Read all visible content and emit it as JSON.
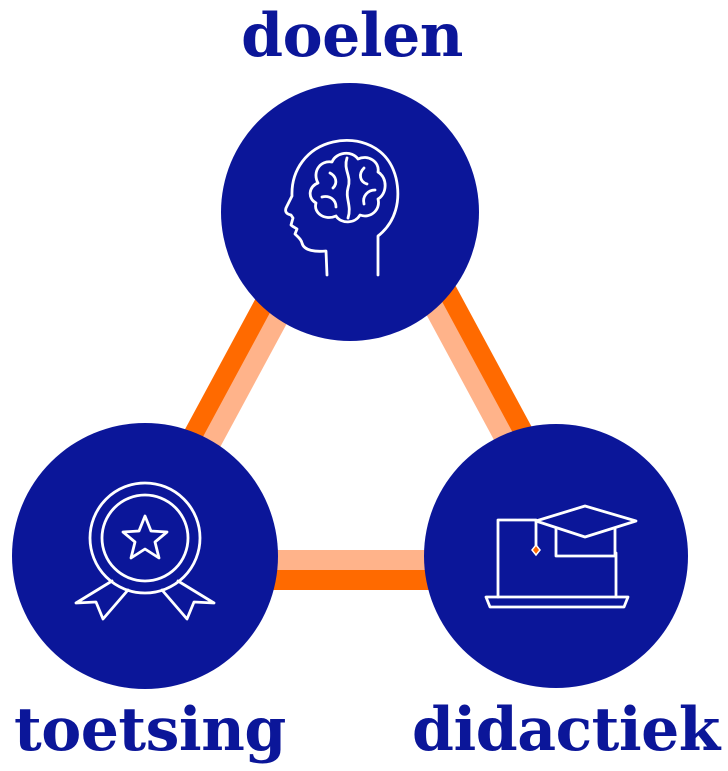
{
  "nodes": {
    "top": {
      "label": "doelen",
      "icon": "brain-head-icon"
    },
    "left": {
      "label": "toetsing",
      "icon": "award-ribbon-icon"
    },
    "right": {
      "label": "didactiek",
      "icon": "laptop-graduation-cap-icon"
    }
  },
  "colors": {
    "circle": "#0b1699",
    "edge_dark": "#ff6a00",
    "edge_light": "#ffb38a",
    "icon_stroke": "#ffffff",
    "label": "#0b1699"
  }
}
